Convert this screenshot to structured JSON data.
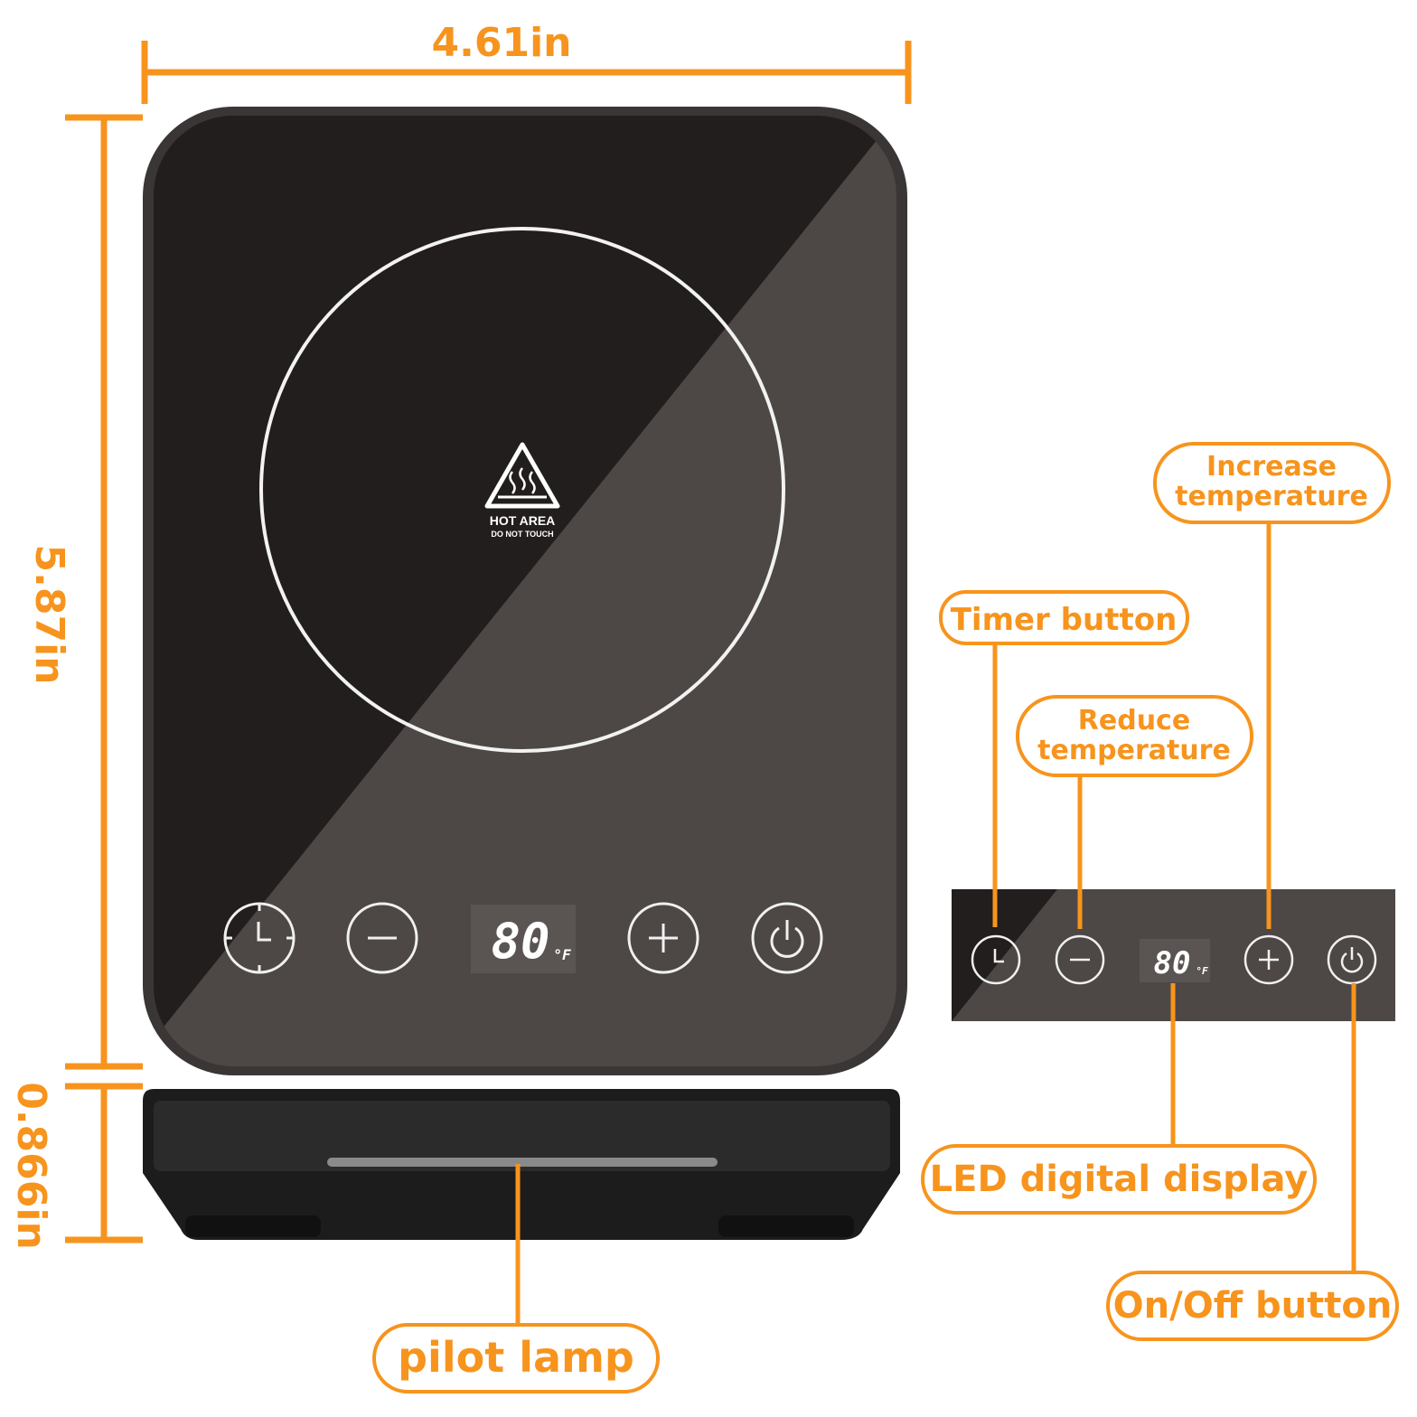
{
  "dimensions": {
    "width": "4.61in",
    "height": "5.87in",
    "base_height": "0.866in"
  },
  "warning": {
    "line1": "HOT AREA",
    "line2": "DO NOT TOUCH"
  },
  "display": {
    "value": "80",
    "unit": "°F"
  },
  "callouts": {
    "increase": [
      "Increase",
      "temperature"
    ],
    "timer": "Timer button",
    "reduce": [
      "Reduce",
      "temperature"
    ],
    "led": "LED digital display",
    "power": "On/Off button",
    "pilot": "pilot lamp"
  },
  "colors": {
    "accent": "#F7941D",
    "panel_dark": "#221e1d",
    "panel_light": "#4d4846"
  },
  "icons": [
    "clock-icon",
    "minus-icon",
    "plus-icon",
    "power-icon",
    "hot-surface-warning-icon"
  ]
}
